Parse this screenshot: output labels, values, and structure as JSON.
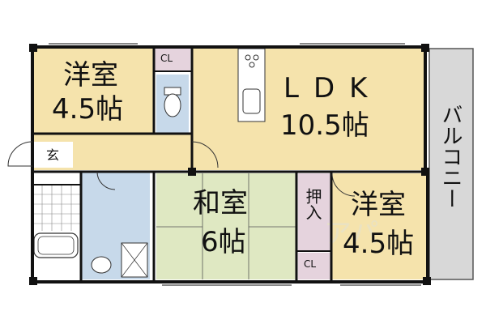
{
  "rooms": {
    "western1": {
      "name": "洋室",
      "size": "4.5帖"
    },
    "ldk": {
      "name": "LDK",
      "size": "10.5帖"
    },
    "japanese": {
      "name": "和室",
      "size": "6帖"
    },
    "western2": {
      "name": "洋室",
      "size": "4.5帖"
    }
  },
  "labels": {
    "closet": "CL",
    "entrance": "玄",
    "oshiire": "押入",
    "balcony": "バルコニー"
  },
  "colors": {
    "western": "#f5e3ac",
    "ldk": "#f5e3ac",
    "japanese": "#dfe8c2",
    "wet": "#c7d9ea",
    "closet": "#e5d3dd",
    "balcony": "#d8d8d8",
    "hall": "#f5e3ac",
    "wall": "#111111"
  }
}
